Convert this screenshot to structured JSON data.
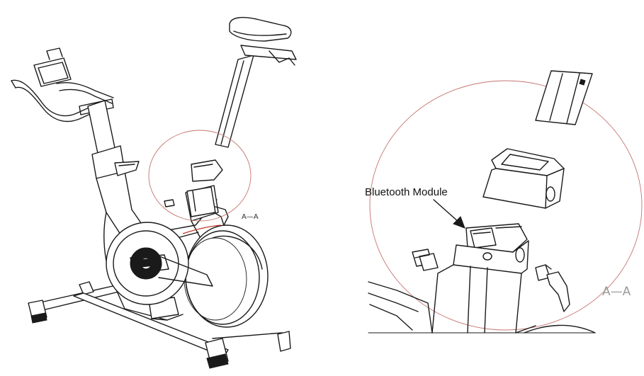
{
  "labels": {
    "section_small": "A—A",
    "section_large": "A—A",
    "callout": "Bluetooth Module"
  },
  "colors": {
    "line": "#1a1a1a",
    "detail_circle": "#c4746f",
    "background": "#ffffff"
  }
}
